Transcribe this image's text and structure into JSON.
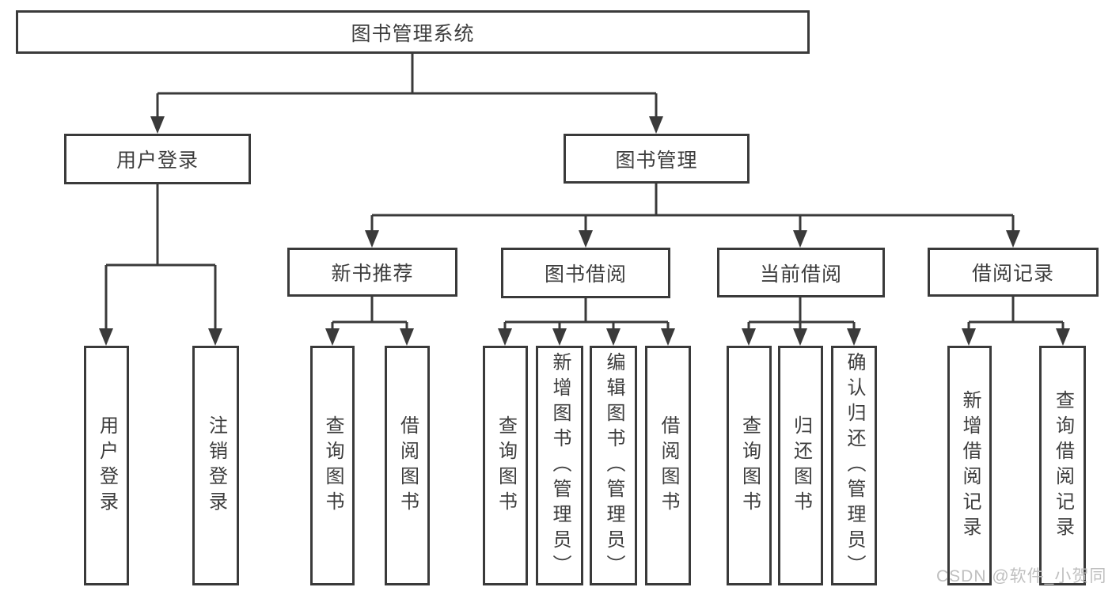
{
  "colors": {
    "line": "#3a3a3a",
    "text": "#3d3d3d",
    "watermark": "#bfbfbf"
  },
  "watermark": "CSDN @软件_小贺同学",
  "tree": {
    "root": "图书管理系统",
    "branches": [
      {
        "label": "用户登录",
        "children": [
          "用户登录",
          "注销登录"
        ]
      },
      {
        "label": "图书管理",
        "children": [
          {
            "label": "新书推荐",
            "children": [
              "查询图书",
              "借阅图书"
            ]
          },
          {
            "label": "图书借阅",
            "children": [
              "查询图书",
              "新增图书（管理员）",
              "编辑图书（管理员）",
              "借阅图书"
            ]
          },
          {
            "label": "当前借阅",
            "children": [
              "查询图书",
              "归还图书",
              "确认归还（管理员）"
            ]
          },
          {
            "label": "借阅记录",
            "children": [
              "新增借阅记录",
              "查询借阅记录"
            ]
          }
        ]
      }
    ]
  }
}
